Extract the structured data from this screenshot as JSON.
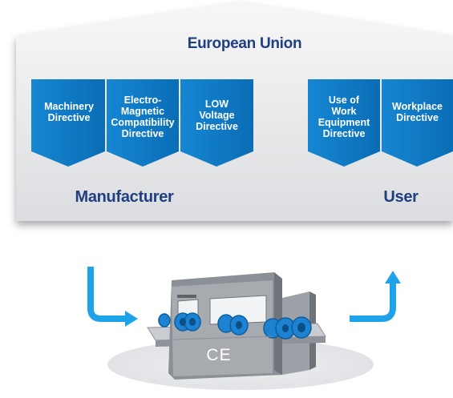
{
  "title": "European Union",
  "manufacturer": {
    "label": "Manufacturer",
    "directives": [
      "Machinery\nDirective",
      "Electro-\nMagnetic\nCompatibility\nDirective",
      "LOW\nVoltage\nDirective"
    ]
  },
  "user": {
    "label": "User",
    "directives": [
      "Use of\nWork\nEquipment\nDirective",
      "Workplace\nDirective"
    ]
  },
  "machine": {
    "mark": "CE"
  },
  "colors": {
    "house": "#e9eaec",
    "banner": "#0d79c5",
    "heading": "#1f3f82",
    "arrow": "#1ea3ea",
    "machine": "#8b9096",
    "rollers": "#1d82d2"
  }
}
